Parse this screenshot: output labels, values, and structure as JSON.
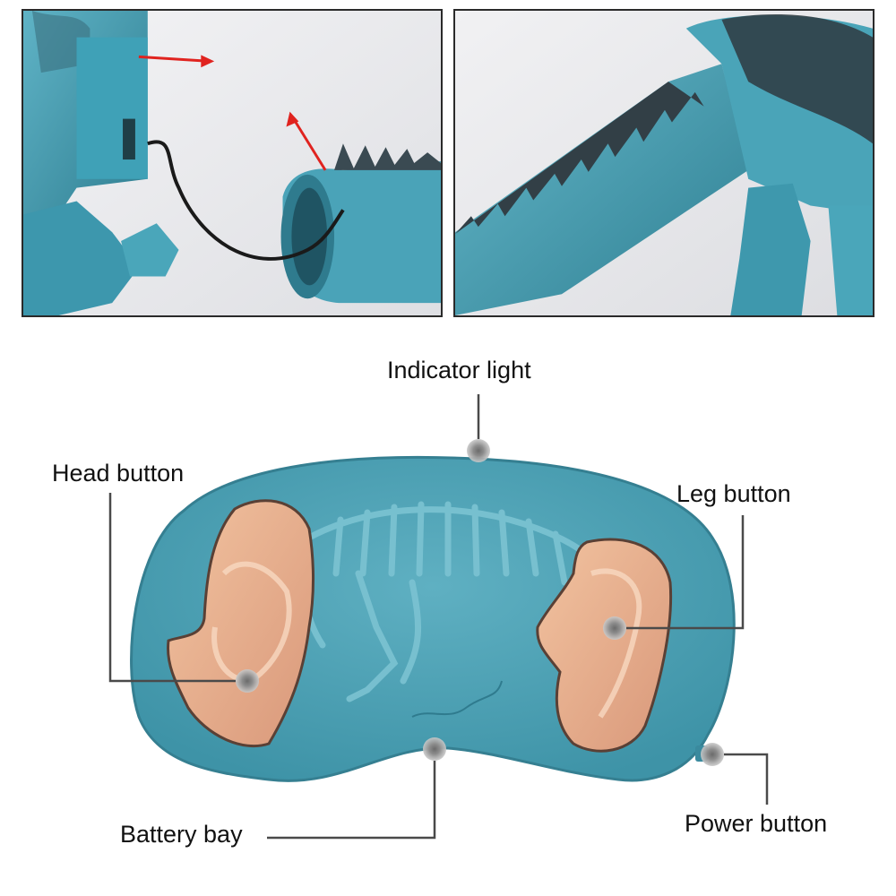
{
  "colors": {
    "toy_blue": "#4a9bae",
    "toy_blue_dark": "#2f6f80",
    "button_peach": "#e8b08e",
    "callout_line": "#4a4a4a",
    "arrow_red": "#e0231f"
  },
  "callouts": {
    "indicator_light": "Indicator light",
    "head_button": "Head button",
    "leg_button": "Leg button",
    "battery_bay": "Battery bay",
    "power_button": "Power button"
  }
}
